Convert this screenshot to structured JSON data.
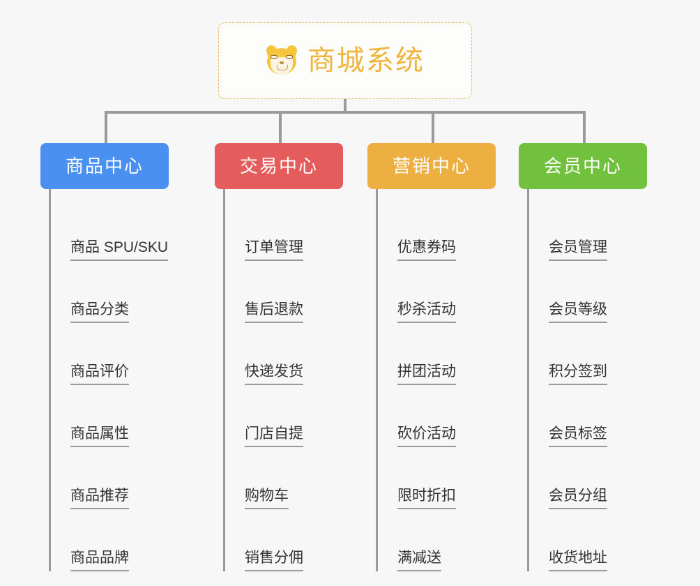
{
  "root": {
    "icon": "shiba-dog-emoji",
    "label": "商城系统",
    "border_color": "#e9b860",
    "text_color": "#f0b53f",
    "background": "#fdfdfb"
  },
  "canvas": {
    "background": "#f7f7f7",
    "connector_color": "#9a9a9a"
  },
  "columns": [
    {
      "label": "商品中心",
      "color": "#4a90f0",
      "items": [
        "商品 SPU/SKU",
        "商品分类",
        "商品评价",
        "商品属性",
        "商品推荐",
        "商品品牌"
      ]
    },
    {
      "label": "交易中心",
      "color": "#e45c5c",
      "items": [
        "订单管理",
        "售后退款",
        "快递发货",
        "门店自提",
        "购物车",
        "销售分佣"
      ]
    },
    {
      "label": "营销中心",
      "color": "#eeaf42",
      "items": [
        "优惠券码",
        "秒杀活动",
        "拼团活动",
        "砍价活动",
        "限时折扣",
        "满减送"
      ]
    },
    {
      "label": "会员中心",
      "color": "#72c13e",
      "items": [
        "会员管理",
        "会员等级",
        "积分签到",
        "会员标签",
        "会员分组",
        "收货地址"
      ]
    }
  ]
}
